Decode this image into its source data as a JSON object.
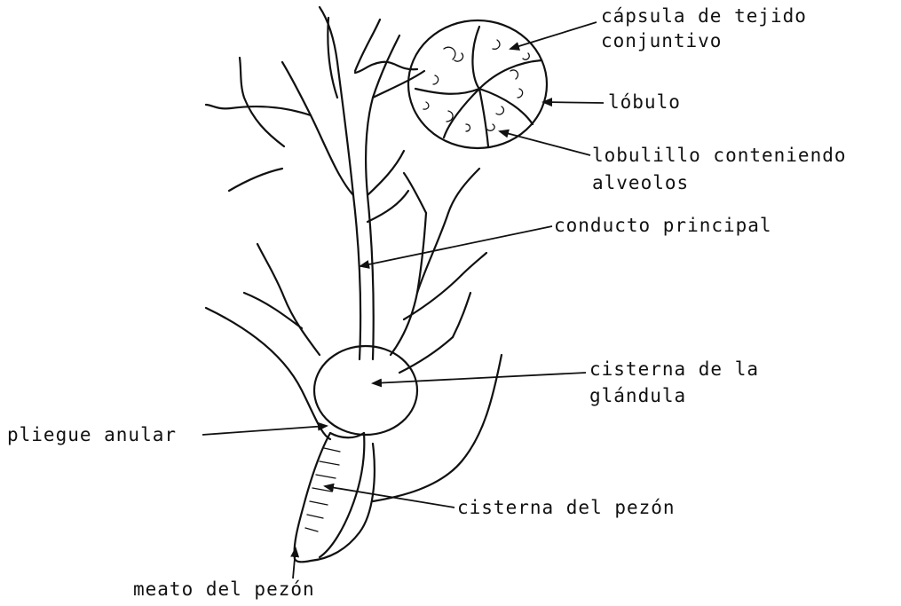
{
  "labels": {
    "capsula_line1": "cápsula de tejido",
    "capsula_line2": "conjuntivo",
    "lobulo": "lóbulo",
    "lobulillo_line1": "lobulillo conteniendo",
    "lobulillo_line2": "alveolos",
    "conducto": "conducto principal",
    "cisterna_glandula_line1": "cisterna de la",
    "cisterna_glandula_line2": "glándula",
    "pliegue": "pliegue anular",
    "cisterna_pezon": "cisterna del pezón",
    "meato": "meato del pezón"
  }
}
